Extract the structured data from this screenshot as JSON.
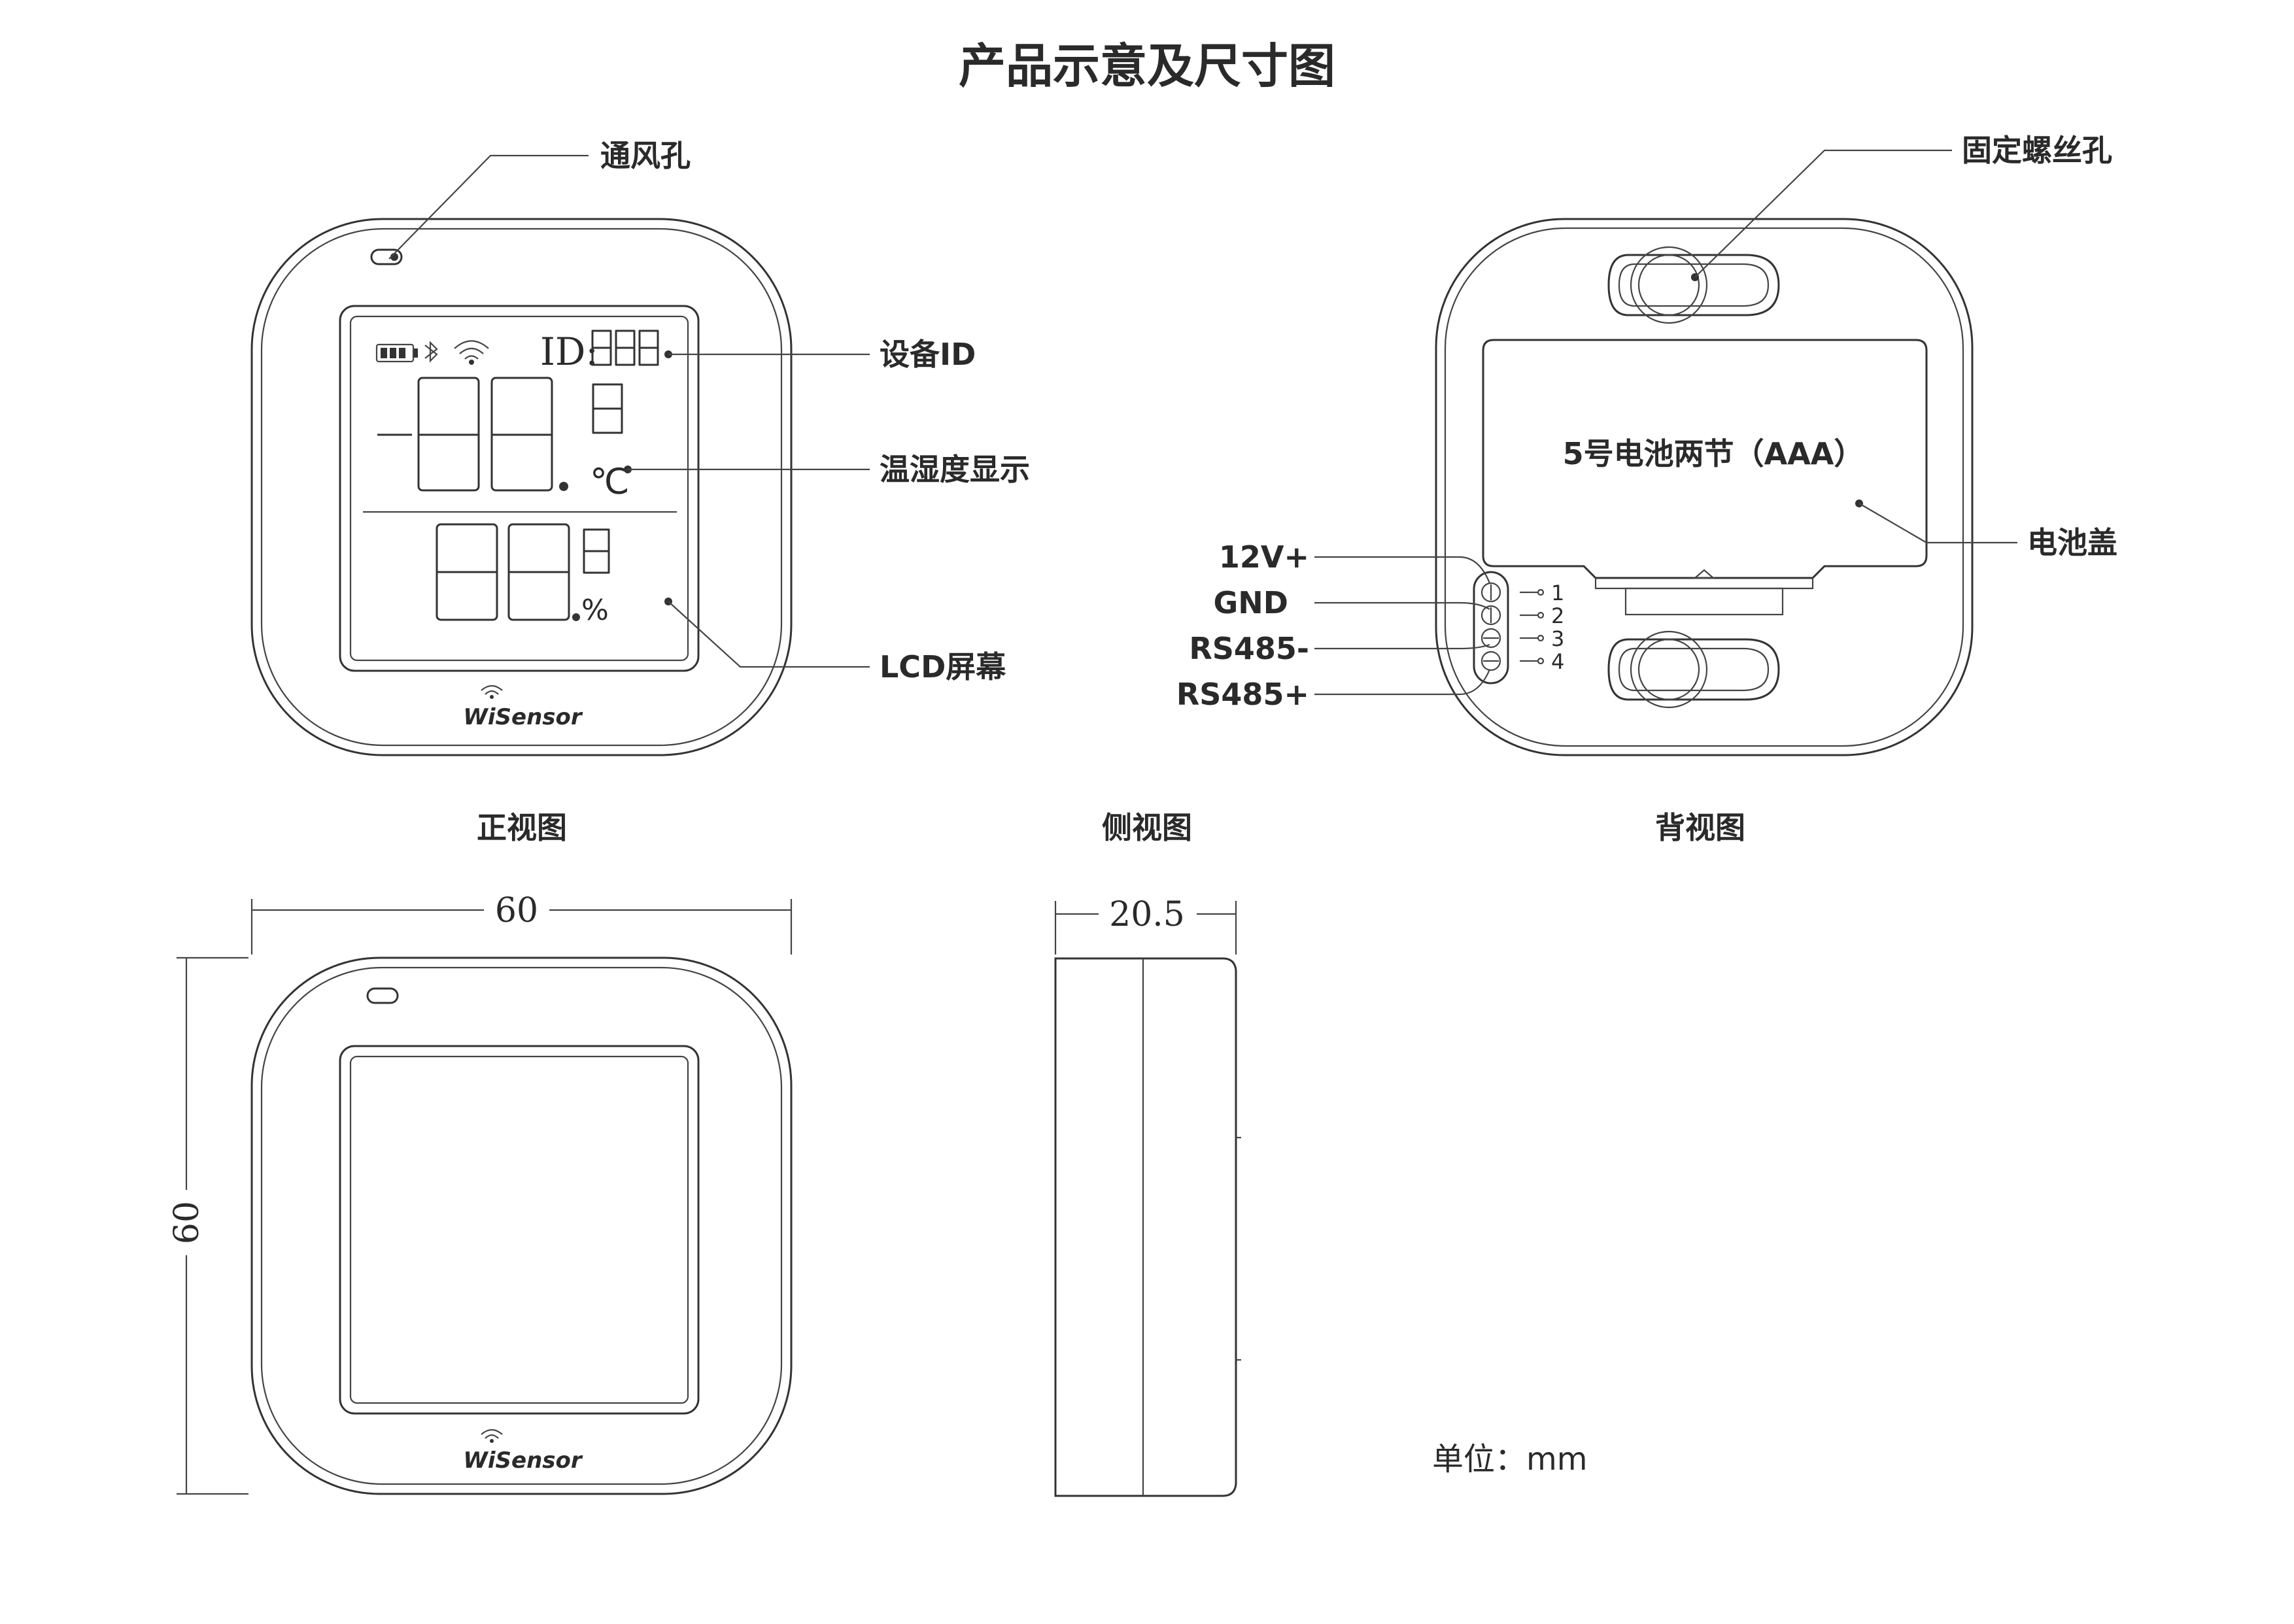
{
  "title": "产品示意及尺寸图",
  "views": {
    "front": "正视图",
    "side": "侧视图",
    "back": "背视图"
  },
  "callouts": {
    "vent": "通风孔",
    "device_id": "设备ID",
    "temp_humidity": "温湿度显示",
    "lcd": "LCD屏幕",
    "screw_holes": "固定螺丝孔",
    "battery_cover": "电池盖"
  },
  "lcd": {
    "id_label": "ID:",
    "temp_unit": "℃",
    "humidity_unit": "%"
  },
  "brand": "WiSensor",
  "battery_text": "5号电池两节（AAA）",
  "pins": [
    {
      "label": "12V+",
      "num": "1"
    },
    {
      "label": "GND",
      "num": "2"
    },
    {
      "label": "RS485-",
      "num": "3"
    },
    {
      "label": "RS485+",
      "num": "4"
    }
  ],
  "dimensions": {
    "width": "60",
    "height": "60",
    "depth": "20.5"
  },
  "unit_note": "单位：mm",
  "icons": [
    "battery-icon",
    "bluetooth-icon",
    "wifi-icon",
    "wifi-logo-icon"
  ]
}
